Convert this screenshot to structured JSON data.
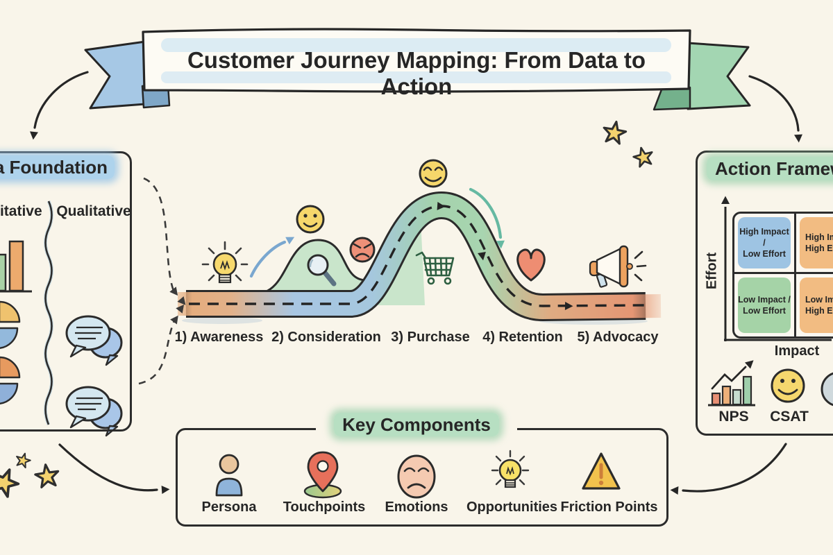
{
  "banner": {
    "title": "Customer Journey Mapping: From Data to Action"
  },
  "data_foundation": {
    "title": "Data Foundation",
    "columns": [
      "Quantitative",
      "Qualitative"
    ]
  },
  "journey": {
    "stages": [
      "1) Awareness",
      "2) Consideration",
      "3) Purchase",
      "4) Retention",
      "5) Advocacy"
    ]
  },
  "action_framework": {
    "title": "Action Framework",
    "y_axis_label": "Effort",
    "x_axis_label": "Impact",
    "quadrants": [
      {
        "line1": "High Impact /",
        "line2": "Low Effort",
        "color": "#9ec4e3"
      },
      {
        "line1": "High Impact /",
        "line2": "High Effort",
        "color": "#f2bc82"
      },
      {
        "line1": "Low Impact /",
        "line2": "Low Effort",
        "color": "#a5d3a7"
      },
      {
        "line1": "Low Impact /",
        "line2": "High Effort",
        "color": "#f2bc82"
      }
    ],
    "metrics": [
      "NPS",
      "CSAT"
    ]
  },
  "key_components": {
    "title": "Key Components",
    "items": [
      "Persona",
      "Touchpoints",
      "Emotions",
      "Opportunities",
      "Friction Points"
    ]
  },
  "colors": {
    "background": "#f9f5ea",
    "ink": "#2b2b2b",
    "ribbon_blue": "#a6c8e5",
    "ribbon_green": "#a3d6b2",
    "highlight_blue": "#aed3ec",
    "highlight_green": "#b7dfc2",
    "road_orange": "#e2b189",
    "road_blue": "#a8c6e2",
    "road_green": "#a4d2ac",
    "star_yellow": "#f3d26e"
  }
}
